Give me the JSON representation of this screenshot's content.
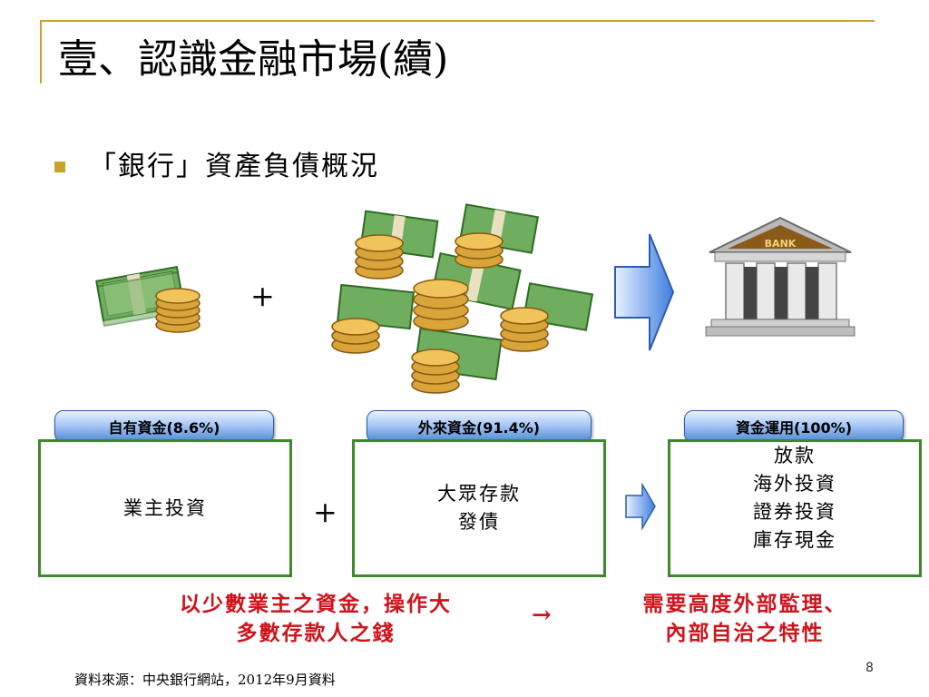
{
  "slide": {
    "title": "壹、認識金融市場(續)",
    "bullet": "「銀行」資產負債概況",
    "plus_top": "+",
    "plus_mid": "+",
    "bank_sign": "BANK",
    "page_number": "8",
    "source": "資料來源：中央銀行網站，2012年9月資料"
  },
  "columns": {
    "own": {
      "label": "自有資金(8.6%)",
      "lines": [
        "業主投資"
      ]
    },
    "external": {
      "label": "外來資金(91.4%)",
      "lines": [
        "大眾存款",
        "發債"
      ]
    },
    "use": {
      "label": "資金運用(100%)",
      "lines": [
        "放款",
        "海外投資",
        "證券投資",
        "庫存現金"
      ]
    }
  },
  "notes": {
    "left": [
      "以少數業主之資金，操作大",
      "多數存款人之錢"
    ],
    "arrow": "→",
    "right": [
      "需要高度外部監理、",
      "內部自治之特性"
    ]
  },
  "colors": {
    "accent_gold": "#c9a227",
    "box_border": "#3d8a2c",
    "note_red": "#d0121b",
    "pill_blue": "#4f86d8"
  },
  "icons": [
    "money-small-icon",
    "money-pile-icon",
    "right-arrow-icon",
    "bank-icon"
  ]
}
